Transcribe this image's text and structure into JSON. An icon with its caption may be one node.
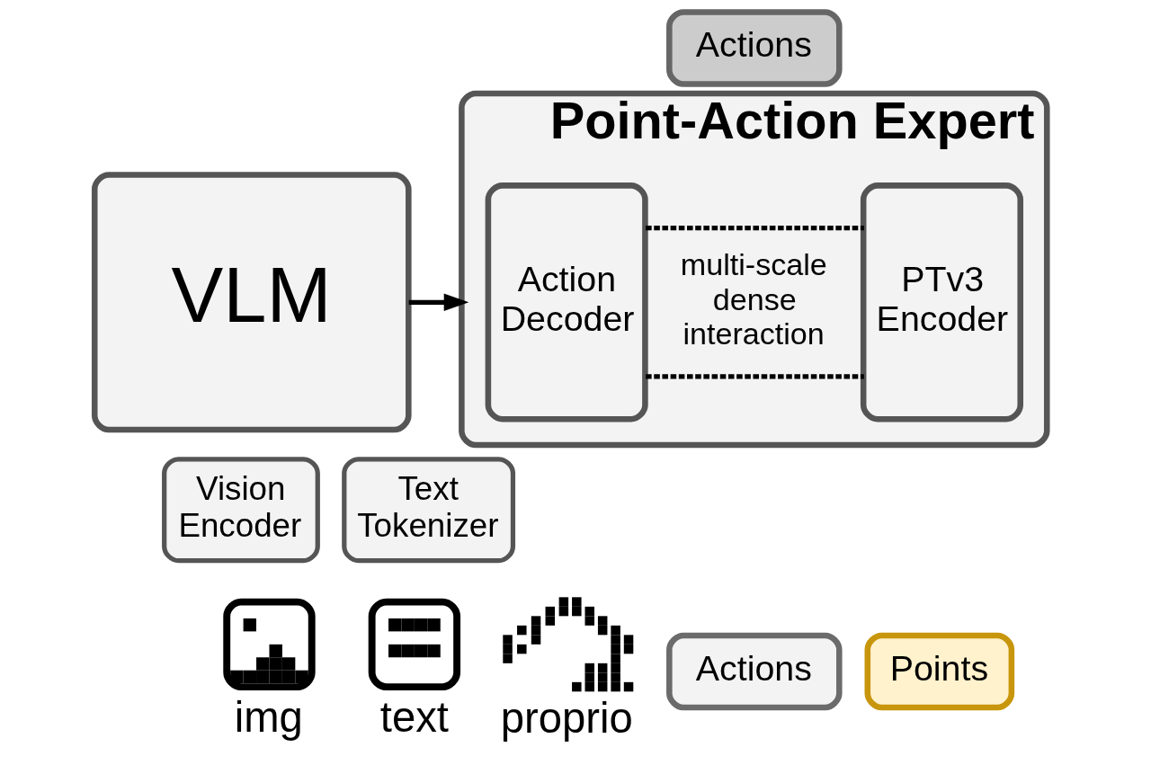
{
  "diagram": {
    "nodes": [
      {
        "text": [
          "Actions"
        ]
      },
      {
        "text": [
          "VLM"
        ]
      },
      {
        "text": [
          "Point-Action Expert"
        ]
      },
      {
        "text": [
          "Action Decoder"
        ],
        "in": 2
      },
      {
        "text": [
          "PTv3 Encoder"
        ],
        "in": 2
      },
      {
        "text": [
          "Vision Encoder"
        ]
      },
      {
        "text": [
          "Text Tokenizer"
        ]
      },
      {
        "text": [],
        "shape": "picture",
        "beside": [
          "img"
        ]
      },
      {
        "text": [],
        "shape": "picture",
        "beside": [
          "text"
        ]
      },
      {
        "text": [],
        "shape": "picture",
        "beside": [
          "proprio"
        ]
      },
      {
        "text": [
          "Actions"
        ]
      },
      {
        "text": [
          "Points"
        ]
      }
    ],
    "edges": [
      {
        "from": 1,
        "to": 2,
        "arrow": "to"
      },
      {
        "from": 3,
        "to": 4,
        "arrow": "none",
        "style": "dashed"
      },
      {
        "from": 3,
        "to": 4,
        "arrow": "none",
        "style": "dashed"
      }
    ],
    "labels": [
      "multi-scale dense interaction"
    ]
  }
}
